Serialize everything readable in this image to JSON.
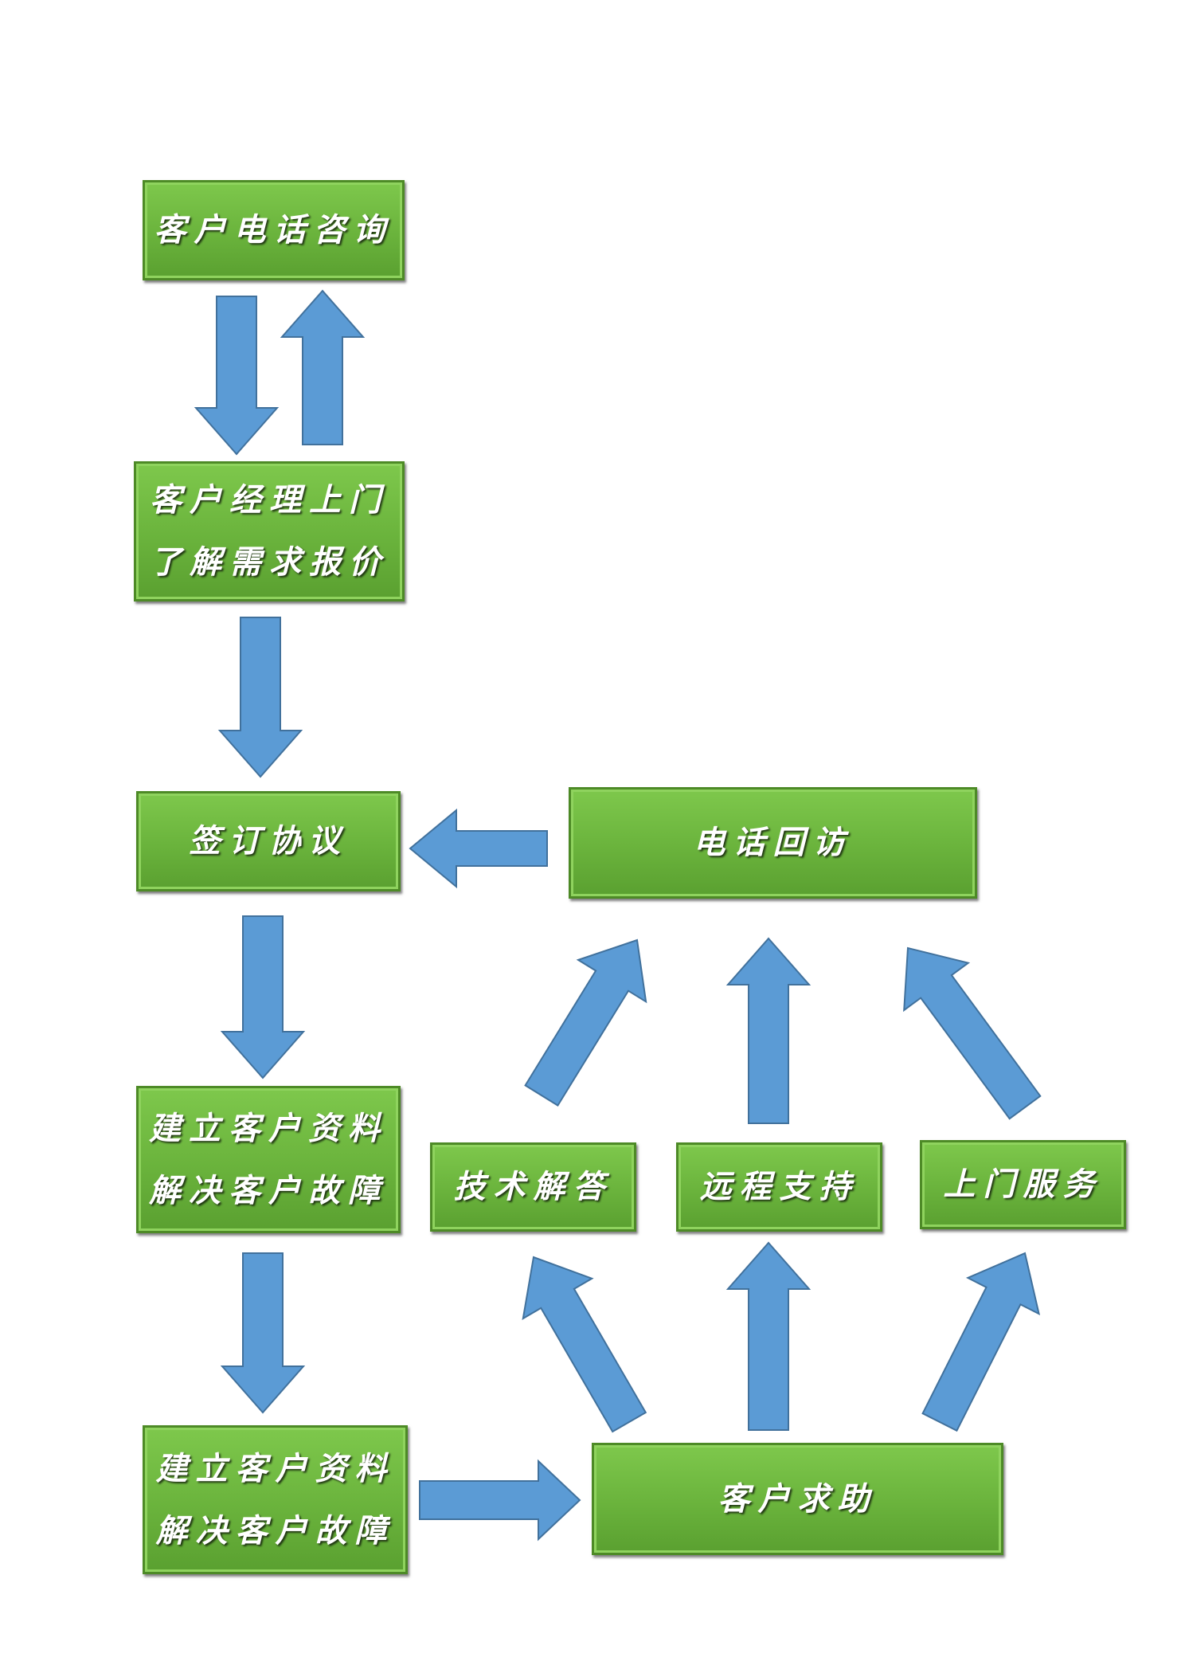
{
  "colors": {
    "box_fill": "#6ab33c",
    "box_border": "#4d8a26",
    "arrow_fill": "#5b9bd5",
    "arrow_stroke": "#41719c",
    "text": "#ffffff"
  },
  "nodes": {
    "phone_consultation": {
      "lines": [
        "客户电话咨询"
      ]
    },
    "manager_visit": {
      "lines": [
        "客户经理上门",
        "了解需求报价"
      ]
    },
    "sign_agreement": {
      "lines": [
        "签订协议"
      ]
    },
    "phone_followup": {
      "lines": [
        "电话回访"
      ]
    },
    "build_profile_1": {
      "lines": [
        "建立客户资料",
        "解决客户故障"
      ]
    },
    "tech_answer": {
      "lines": [
        "技术解答"
      ]
    },
    "remote_support": {
      "lines": [
        "远程支持"
      ]
    },
    "onsite_service": {
      "lines": [
        "上门服务"
      ]
    },
    "build_profile_2": {
      "lines": [
        "建立客户资料",
        "解决客户故障"
      ]
    },
    "customer_help": {
      "lines": [
        "客户求助"
      ]
    }
  },
  "edges": [
    {
      "from": "phone_consultation",
      "to": "manager_visit"
    },
    {
      "from": "manager_visit",
      "to": "phone_consultation"
    },
    {
      "from": "manager_visit",
      "to": "sign_agreement"
    },
    {
      "from": "phone_followup",
      "to": "sign_agreement"
    },
    {
      "from": "sign_agreement",
      "to": "build_profile_1"
    },
    {
      "from": "build_profile_1",
      "to": "build_profile_2"
    },
    {
      "from": "build_profile_2",
      "to": "customer_help"
    },
    {
      "from": "customer_help",
      "to": "tech_answer"
    },
    {
      "from": "customer_help",
      "to": "remote_support"
    },
    {
      "from": "customer_help",
      "to": "onsite_service"
    },
    {
      "from": "tech_answer",
      "to": "phone_followup"
    },
    {
      "from": "remote_support",
      "to": "phone_followup"
    },
    {
      "from": "onsite_service",
      "to": "phone_followup"
    }
  ]
}
